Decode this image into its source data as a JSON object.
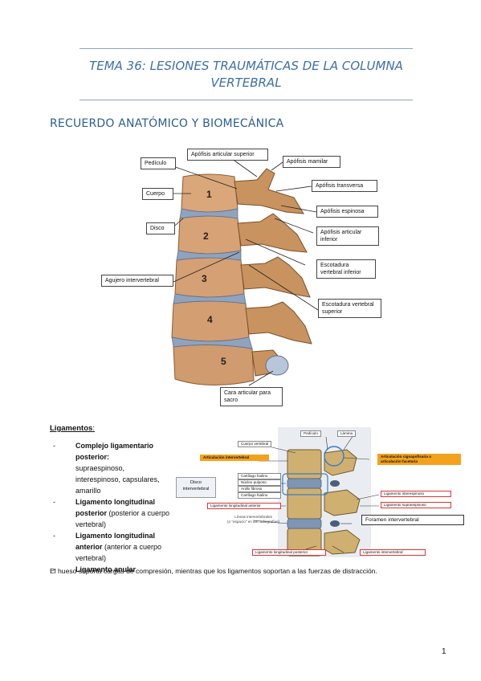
{
  "header": {
    "title_line1": "TEMA 36: LESIONES TRAUMÁTICAS DE LA COLUMNA",
    "title_line2": "VERTEBRAL"
  },
  "section_title": "RECUERDO ANATÓMICO Y BIOMECÁNICA",
  "figure1": {
    "labels": {
      "apofisis_articular_superior": "Apófisis articular superior",
      "pediculo": "Pedículo",
      "apofisis_mamilar": "Apófisis mamilar",
      "cuerpo": "Cuerpo",
      "apofisis_transversa": "Apófisis transversa",
      "disco": "Disco",
      "apofisis_espinosa": "Apófisis espinosa",
      "apofisis_articular_inferior": "Apófisis articular inferior",
      "escotadura_vertebral_inferior": "Escotadura vertebral inferior",
      "agujero_intervertebral": "Agujero intervertebral",
      "escotadura_vertebral_superior": "Escotadura vertebral superior",
      "cara_articular_sacro": "Cara articular para sacro"
    },
    "vertebra_numbers": [
      "1",
      "2",
      "3",
      "4",
      "5"
    ]
  },
  "ligamentos": {
    "heading": "Ligamentos",
    "colon": ":",
    "items": [
      {
        "bold": "Complejo ligamentario posterior:",
        "text": "supraespinoso, interespinoso, capsulares, amarillo"
      },
      {
        "bold": "Ligamento longitudinal posterior",
        "text": " (posterior a cuerpo vertebral)"
      },
      {
        "bold": "Ligamento longitudinal anterior",
        "text": " (anterior a cuerpo vertebral)"
      },
      {
        "bold": "Ligamento anular",
        "text": ""
      }
    ]
  },
  "figure2": {
    "labels": {
      "cuerpo_vertebral": "Cuerpo vertebral",
      "pediculo": "Pedículo",
      "lamina": "Lámina",
      "articulacion_intervertebral": "Articulación intervertebral",
      "articulacion_cigo_1": "Articulación cigoapofisaria o",
      "articulacion_cigo_2": "articulación facetaria",
      "disco_1": "Disco",
      "disco_2": "intervertebral",
      "cartilago_hialino_1": "Cartílago hialino",
      "nucleo_pulposo": "Núcleo pulposo",
      "anillo_fibroso": "Anillo fibroso",
      "cartilago_hialino_2": "Cartílago hialino",
      "ligamento_interespinoso": "Ligamento interespinoso",
      "ligamento_supraespinoso": "Ligamento supraespinoso",
      "ligamento_longitudinal_anterior": "Ligamento longitudinal anterior",
      "lineas_1": "Líneas intervertebrales",
      "lineas_2": "(o \"espacio\" en las radiografías)",
      "foramen_intervertebral": "Foramen intervertebral",
      "ligamento_longitudinal_posterior": "Ligamento longitudinal posterior",
      "ligamento_intervertebral": "Ligamento intervertebral"
    }
  },
  "footer_text": "El hueso soporta cargas de compresión, mientras que los ligamentos soportan a las fuerzas de distracción.",
  "page_number": "1",
  "colors": {
    "title": "#3d6fa8",
    "rule": "#8ba4c8",
    "bone": "#d9a77a",
    "disc": "#8fa3bd",
    "highlight": "#f3a21d",
    "red_box": "#dd3333"
  }
}
